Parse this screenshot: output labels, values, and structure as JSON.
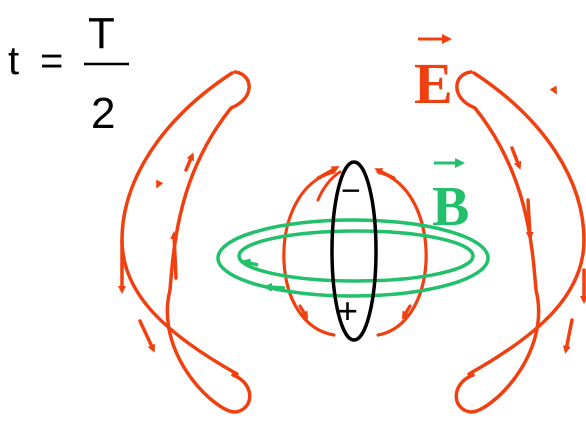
{
  "equation": {
    "lhs": "t",
    "equals": "=",
    "numerator": "T",
    "denominator": "2"
  },
  "labels": {
    "electric_field": "E",
    "magnetic_field": "B"
  },
  "charges": {
    "top": "−",
    "bottom": "+"
  },
  "colors": {
    "electric_field": "#f04010",
    "magnetic_field": "#22c06a",
    "antenna": "#000000",
    "text": "#000000",
    "background": "#ffffff"
  },
  "icons": {
    "field_direction_marker": "arrowhead",
    "vector_marker": "over-arrow"
  }
}
